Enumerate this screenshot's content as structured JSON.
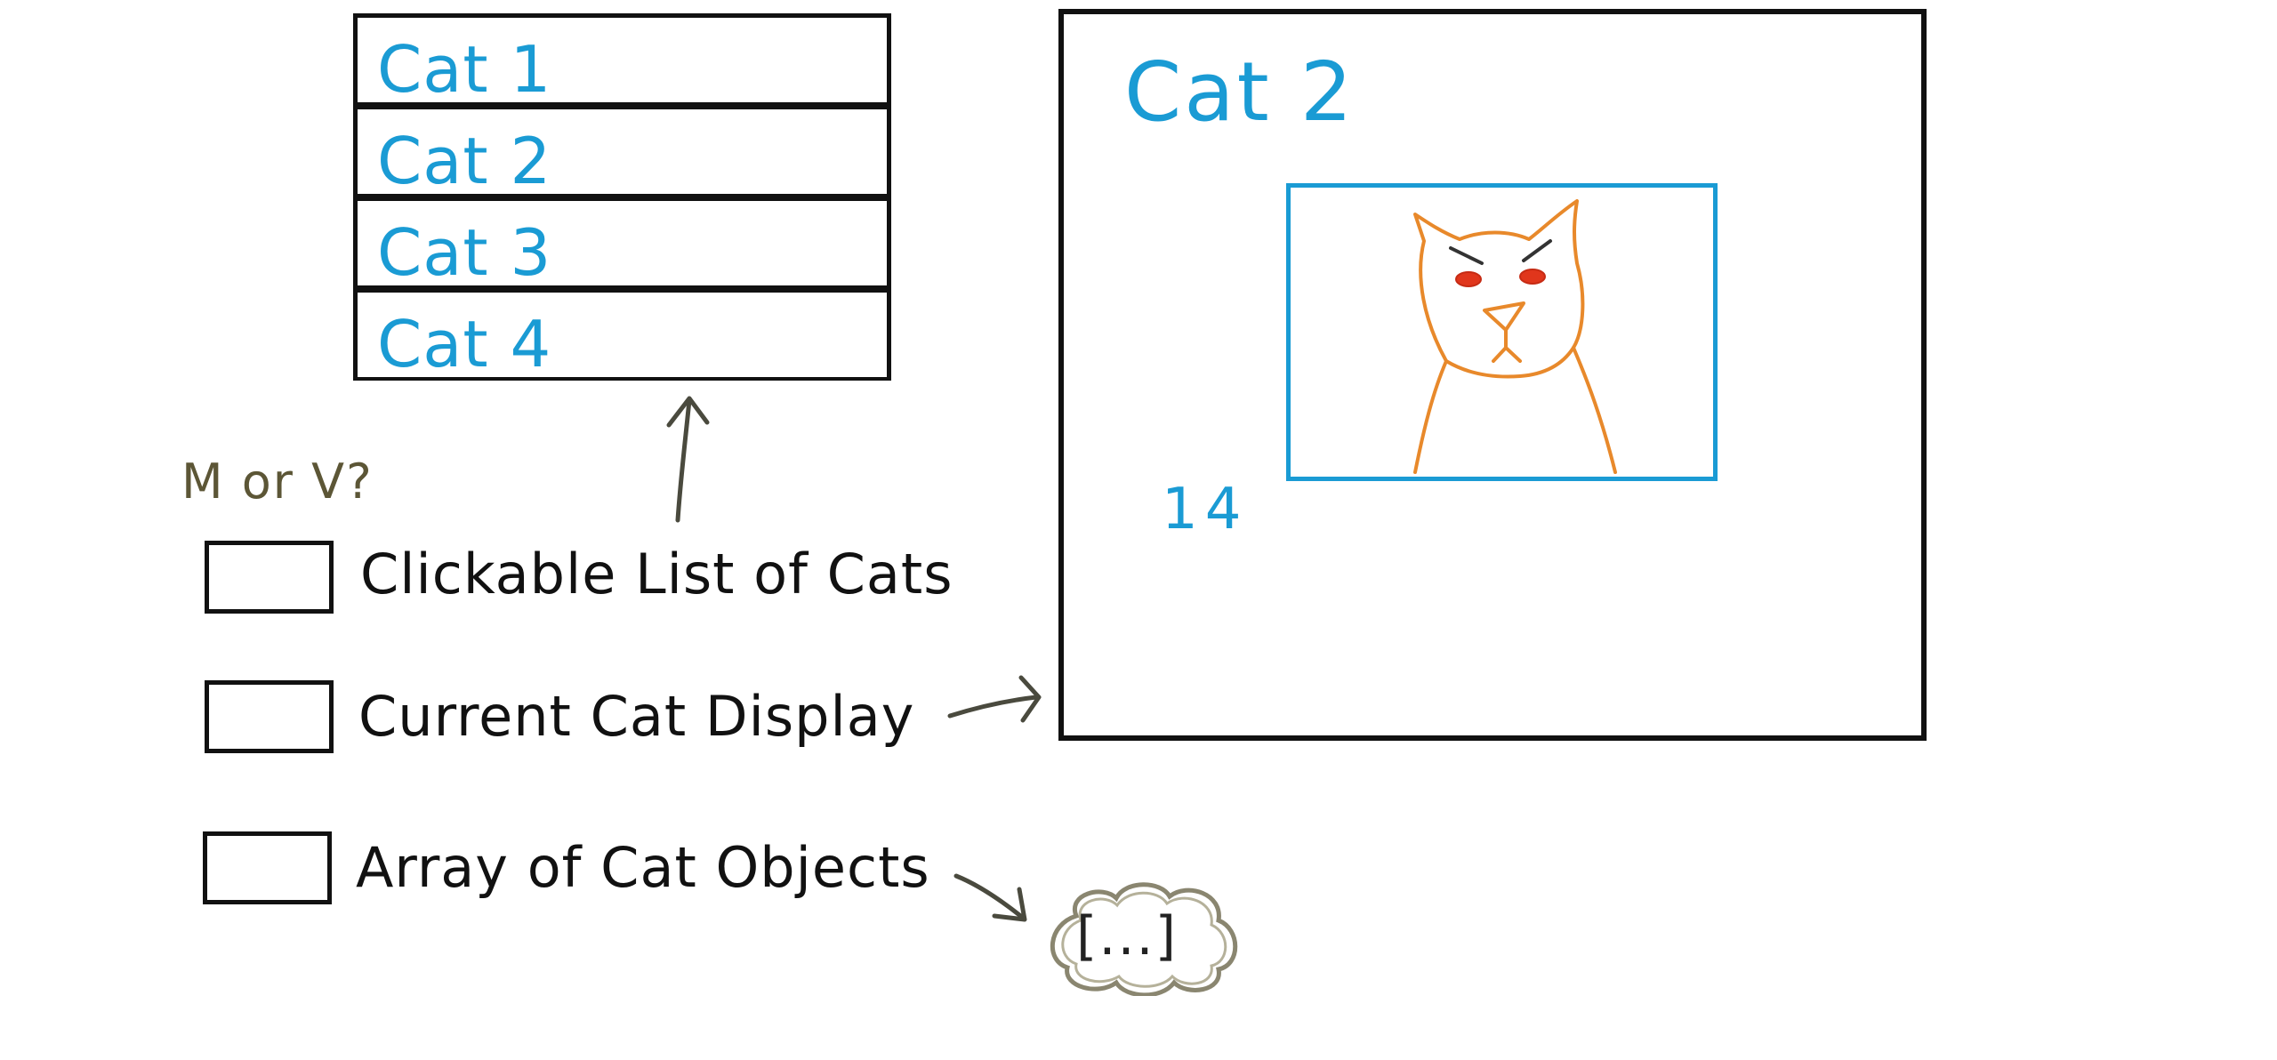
{
  "cat_list": {
    "items": [
      "Cat 1",
      "Cat 2",
      "Cat 3",
      "Cat 4"
    ]
  },
  "display": {
    "title": "Cat 2",
    "click_count": "14"
  },
  "legend": {
    "question": "M or V?",
    "items": [
      {
        "label": "Clickable List of Cats"
      },
      {
        "label": "Current Cat Display"
      },
      {
        "label": "Array of Cat Objects"
      }
    ]
  },
  "array_cloud": {
    "text": "[...]"
  },
  "colors": {
    "ink": "#111111",
    "accent_blue": "#1a9bd4",
    "cat_orange": "#e8892b",
    "cat_eyes": "#e0361c",
    "question_olive": "#5c5636"
  }
}
